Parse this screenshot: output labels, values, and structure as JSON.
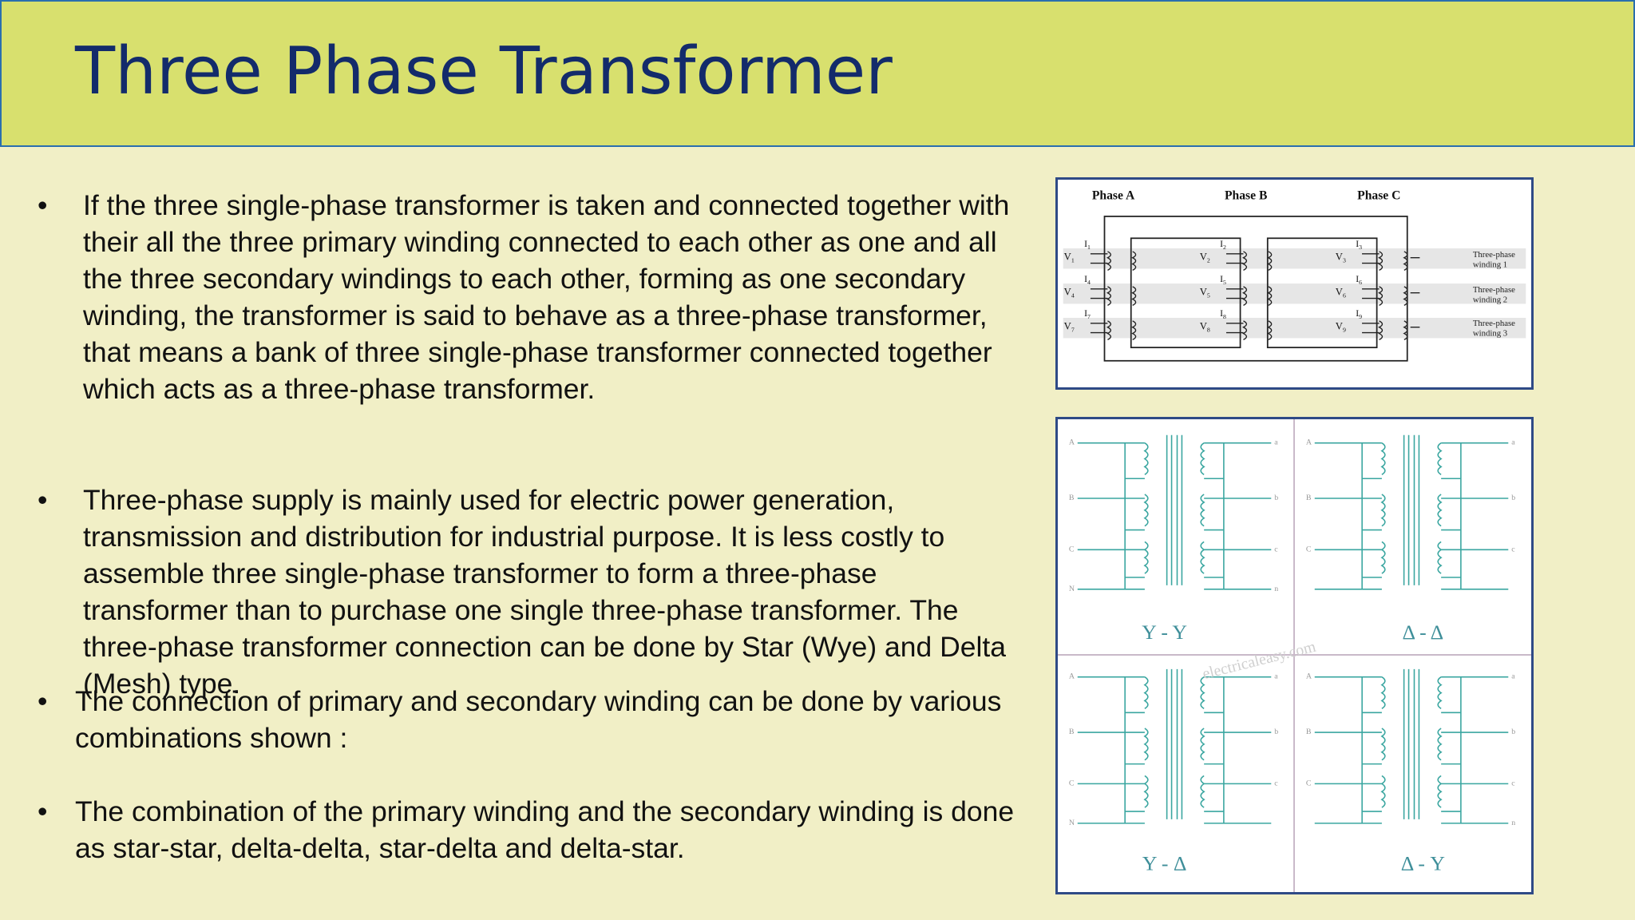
{
  "slide": {
    "title": "Three Phase Transformer",
    "bullet_symbol": "•",
    "bullets": [
      "If the three single-phase transformer is taken and connected together with their all the three primary winding connected to each other as one and all the three secondary windings to each other, forming as one secondary winding, the transformer is said to behave as a three-phase transformer, that means a bank of three single-phase transformer connected together which acts as a three-phase transformer.",
      "Three-phase supply is mainly used for electric power generation, transmission and distribution for industrial purpose. It is less costly to assemble three single-phase transformer to form a three-phase transformer than to purchase one single three-phase transformer. The three-phase transformer connection can be done by Star (Wye) and Delta (Mesh) type.",
      "The connection of primary and secondary winding can be done by various combinations shown :",
      "The combination of the primary winding and the secondary winding is done as star-star, delta-delta, star-delta and delta-star."
    ]
  },
  "figure_top": {
    "phases": [
      "Phase A",
      "Phase B",
      "Phase C"
    ],
    "voltages": [
      "V",
      "V",
      "V",
      "V",
      "V",
      "V",
      "V",
      "V",
      "V"
    ],
    "voltage_subs": [
      "1",
      "4",
      "7",
      "2",
      "5",
      "8",
      "3",
      "6",
      "9"
    ],
    "currents": [
      "I",
      "I",
      "I",
      "I",
      "I",
      "I",
      "I",
      "I",
      "I"
    ],
    "current_subs": [
      "1",
      "4",
      "7",
      "2",
      "5",
      "8",
      "3",
      "6",
      "9"
    ],
    "windings": [
      {
        "l1": "Three-phase",
        "l2": "winding 1"
      },
      {
        "l1": "Three-phase",
        "l2": "winding 2"
      },
      {
        "l1": "Three-phase",
        "l2": "winding 3"
      }
    ]
  },
  "figure_bottom": {
    "connections": [
      "Y - Y",
      "Δ - Δ",
      "Y - Δ",
      "Δ - Y"
    ],
    "primary_terminals": [
      "A",
      "B",
      "C",
      "N"
    ],
    "secondary_terminals": [
      "a",
      "b",
      "c",
      "n"
    ],
    "watermark": "electricaleasy.com"
  },
  "colors": {
    "title_bar": "#d8e06e",
    "title_text": "#132b6b",
    "background": "#f1efc6",
    "frame": "#2f4a86",
    "circuit": "#3aa6a0"
  }
}
